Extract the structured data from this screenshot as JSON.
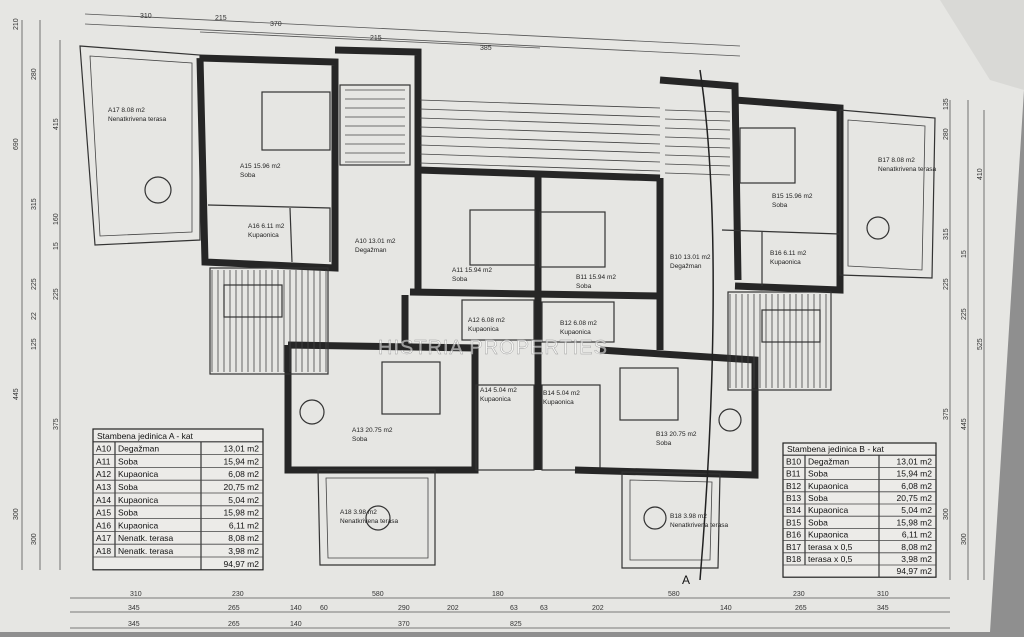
{
  "top_dims": {
    "row1": [
      "310",
      "370",
      "215",
      "385"
    ],
    "row1b": [
      "215"
    ]
  },
  "bottom_dims": {
    "row1": [
      "310",
      "230",
      "580",
      "180",
      "580",
      "230",
      "310"
    ],
    "row2": [
      "345",
      "265",
      "140",
      "60",
      "290",
      "202",
      "63",
      "63",
      "202",
      "140",
      "265",
      "345"
    ],
    "row3": [
      "345",
      "265",
      "140",
      "370"
    ],
    "total": "825"
  },
  "left_dims": [
    "210",
    "280",
    "415",
    "690",
    "315",
    "160",
    "15",
    "225",
    "225",
    "22",
    "125",
    "445",
    "375",
    "300",
    "300"
  ],
  "right_dims": [
    "135",
    "280",
    "410",
    "315",
    "15",
    "225",
    "225",
    "525",
    "375",
    "445",
    "300",
    "300"
  ],
  "rooms_a": [
    {
      "id": "A17",
      "area": "8.08 m2",
      "label": "Nenatkrivena terasa"
    },
    {
      "id": "A15",
      "area": "15.96 m2",
      "label": "Soba"
    },
    {
      "id": "A16",
      "area": "6.11 m2",
      "label": "Kupaonica"
    },
    {
      "id": "A10",
      "area": "13.01 m2",
      "label": "Degažman"
    },
    {
      "id": "A11",
      "area": "15.94 m2",
      "label": "Soba"
    },
    {
      "id": "A12",
      "area": "6.08 m2",
      "label": "Kupaonica"
    },
    {
      "id": "A13",
      "area": "20.75 m2",
      "label": "Soba"
    },
    {
      "id": "A14",
      "area": "5.04 m2",
      "label": "Kupaonica"
    },
    {
      "id": "A18",
      "area": "3.98 m2",
      "label": "Nenatkrivena terasa"
    }
  ],
  "rooms_b": [
    {
      "id": "B17",
      "area": "8.08 m2",
      "label": "Nenatkrivena terasa"
    },
    {
      "id": "B15",
      "area": "15.96 m2",
      "label": "Soba"
    },
    {
      "id": "B16",
      "area": "6.11 m2",
      "label": "Kupaonica"
    },
    {
      "id": "B10",
      "area": "13.01 m2",
      "label": "Degažman"
    },
    {
      "id": "B11",
      "area": "15.94 m2",
      "label": "Soba"
    },
    {
      "id": "B12",
      "area": "6.08 m2",
      "label": "Kupaonica"
    },
    {
      "id": "B13",
      "area": "20.75 m2",
      "label": "Soba"
    },
    {
      "id": "B14",
      "area": "5.04 m2",
      "label": "Kupaonica"
    },
    {
      "id": "B18",
      "area": "3.98 m2",
      "label": "Nenatkrivena terasa"
    }
  ],
  "table_a": {
    "title": "Stambena jedinica A - kat",
    "rows": [
      [
        "A10",
        "Degažman",
        "13,01 m2"
      ],
      [
        "A11",
        "Soba",
        "15,94 m2"
      ],
      [
        "A12",
        "Kupaonica",
        "6,08 m2"
      ],
      [
        "A13",
        "Soba",
        "20,75 m2"
      ],
      [
        "A14",
        "Kupaonica",
        "5,04 m2"
      ],
      [
        "A15",
        "Soba",
        "15,98 m2"
      ],
      [
        "A16",
        "Kupaonica",
        "6,11 m2"
      ],
      [
        "A17",
        "Nenatk. terasa",
        "8,08 m2"
      ],
      [
        "A18",
        "Nenatk. terasa",
        "3,98 m2"
      ]
    ],
    "total": "94,97 m2"
  },
  "table_b": {
    "title": "Stambena jedinica B - kat",
    "rows": [
      [
        "B10",
        "Degažman",
        "13,01 m2"
      ],
      [
        "B11",
        "Soba",
        "15,94 m2"
      ],
      [
        "B12",
        "Kupaonica",
        "6,08 m2"
      ],
      [
        "B13",
        "Soba",
        "20,75 m2"
      ],
      [
        "B14",
        "Kupaonica",
        "5,04 m2"
      ],
      [
        "B15",
        "Soba",
        "15,98 m2"
      ],
      [
        "B16",
        "Kupaonica",
        "6,11 m2"
      ],
      [
        "B17",
        "terasa x 0,5",
        "8,08 m2"
      ],
      [
        "B18",
        "terasa x 0,5",
        "3,98 m2"
      ]
    ],
    "total": "94,97 m2"
  },
  "watermark": "HISTRIA PROPERTIES",
  "section_marker": "A",
  "colors": {
    "paper": "#e6e6e3",
    "ink": "#262626",
    "background": "#8f8f8f"
  }
}
